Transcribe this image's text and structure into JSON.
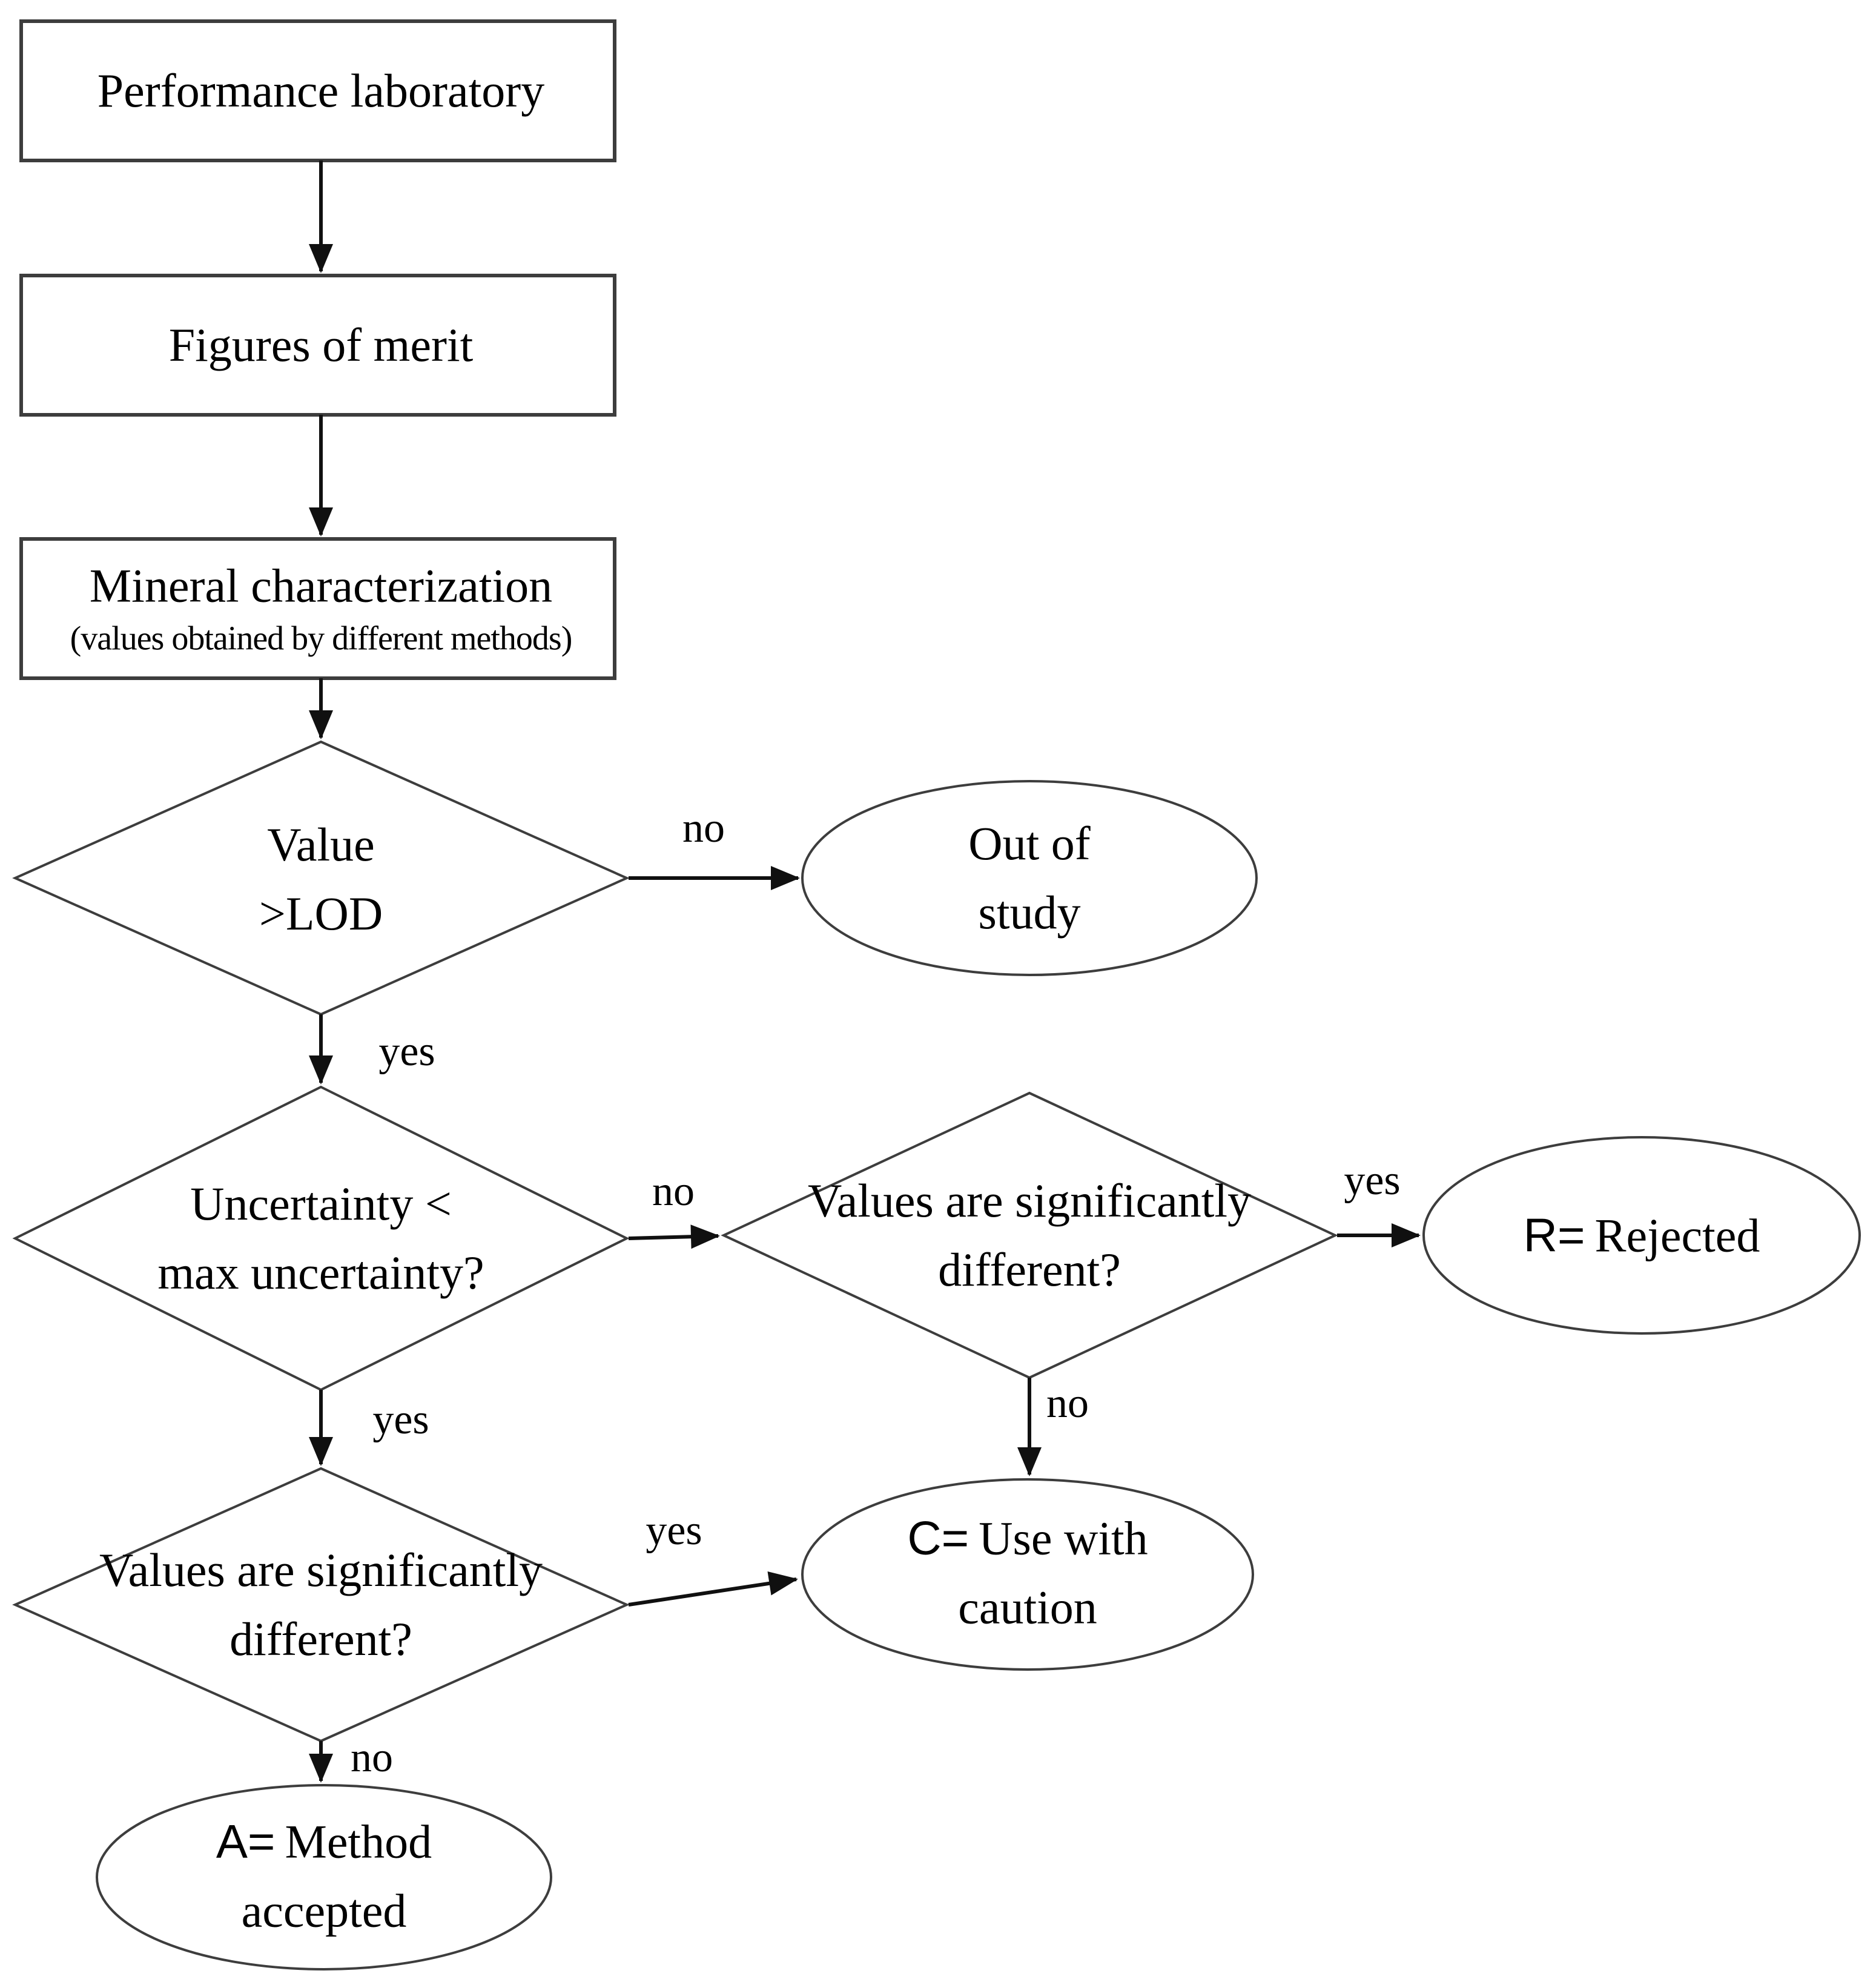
{
  "nodes": {
    "performance_laboratory": {
      "label": "Performance laboratory"
    },
    "figures_of_merit": {
      "label": "Figures of merit"
    },
    "mineral_characterization": {
      "label": "Mineral characterization",
      "sublabel": "(values obtained by different methods)"
    },
    "value_lod": {
      "line1": "Value",
      "line2": ">LOD"
    },
    "uncertainty": {
      "line1": "Uncertainty <",
      "line2": "max uncertainty?"
    },
    "values_diff_mid": {
      "line1": "Values are significantly",
      "line2": "different?"
    },
    "values_diff_bottom": {
      "line1": "Values are significantly",
      "line2": "different?"
    },
    "out_of_study": {
      "line1": "Out of",
      "line2": "study"
    },
    "rejected": {
      "prefix": "R=",
      "label": "Rejected"
    },
    "use_with_caution": {
      "prefix": "C=",
      "line1": "Use with",
      "line2": "caution"
    },
    "method_accepted": {
      "prefix": "A=",
      "line1": "Method",
      "line2": "accepted"
    }
  },
  "edge_labels": {
    "value_lod_no": "no",
    "value_lod_yes": "yes",
    "uncertainty_no": "no",
    "uncertainty_yes": "yes",
    "values_mid_yes": "yes",
    "values_mid_no": "no",
    "values_bottom_yes": "yes",
    "values_bottom_no": "no"
  },
  "colors": {
    "shape_stroke": "#3d3d3d",
    "arrow": "#101010",
    "text": "#000000",
    "background": "#ffffff"
  }
}
